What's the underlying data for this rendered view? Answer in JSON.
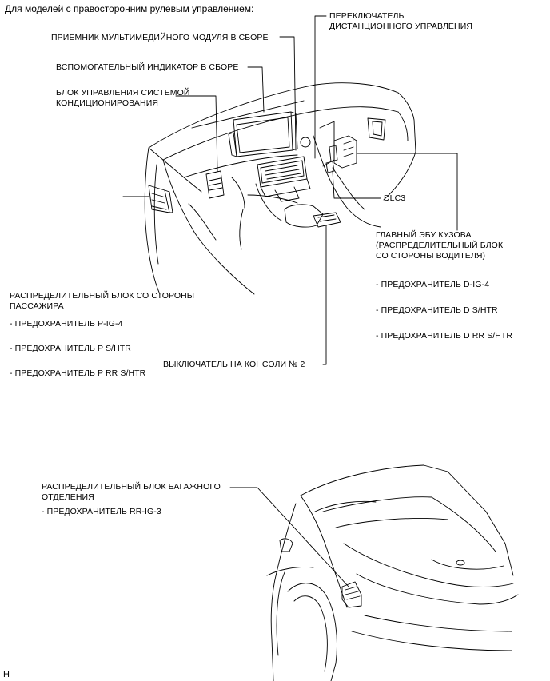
{
  "header": "Для моделей с правосторонним рулевым управлением:",
  "labels": {
    "multimedia_l1": "ПЕРЕКЛЮЧАТЕЛЬ",
    "multimedia_l2": "ДИСТАНЦИОННОГО УПРАВЛЕНИЯ",
    "receiver": "ПРИЕМНИК МУЛЬТИМЕДИЙНОГО МОДУЛЯ В СБОРЕ",
    "aux_indicator": "ВСПОМОГАТЕЛЬНЫЙ ИНДИКАТОР В СБОРЕ",
    "ac_l1": "БЛОК УПРАВЛЕНИЯ СИСТЕМОЙ",
    "ac_l2": "КОНДИЦИОНИРОВАНИЯ",
    "dlc3": "DLC3",
    "body_ecu_l1": "ГЛАВНЫЙ ЭБУ КУЗОВА",
    "body_ecu_l2": "(РАСПРЕДЕЛИТЕЛЬНЫЙ БЛОК",
    "body_ecu_l3": "СО СТОРОНЫ ВОДИТЕЛЯ)",
    "d_fuse1": "- ПРЕДОХРАНИТЕЛЬ D-IG-4",
    "d_fuse2": "- ПРЕДОХРАНИТЕЛЬ D S/HTR",
    "d_fuse3": "- ПРЕДОХРАНИТЕЛЬ D RR S/HTR",
    "passenger_l1": "РАСПРЕДЕЛИТЕЛЬНЫЙ БЛОК СО СТОРОНЫ",
    "passenger_l2": "ПАССАЖИРА",
    "p_fuse1": "- ПРЕДОХРАНИТЕЛЬ P-IG-4",
    "p_fuse2": "- ПРЕДОХРАНИТЕЛЬ P S/HTR",
    "p_fuse3": "- ПРЕДОХРАНИТЕЛЬ P RR S/HTR",
    "console_switch": "ВЫКЛЮЧАТЕЛЬ НА КОНСОЛИ № 2",
    "trunk_l1": "РАСПРЕДЕЛИТЕЛЬНЫЙ БЛОК БАГАЖНОГО",
    "trunk_l2": "ОТДЕЛЕНИЯ",
    "trunk_fuse": "- ПРЕДОХРАНИТЕЛЬ RR-IG-3"
  },
  "caption": "H"
}
